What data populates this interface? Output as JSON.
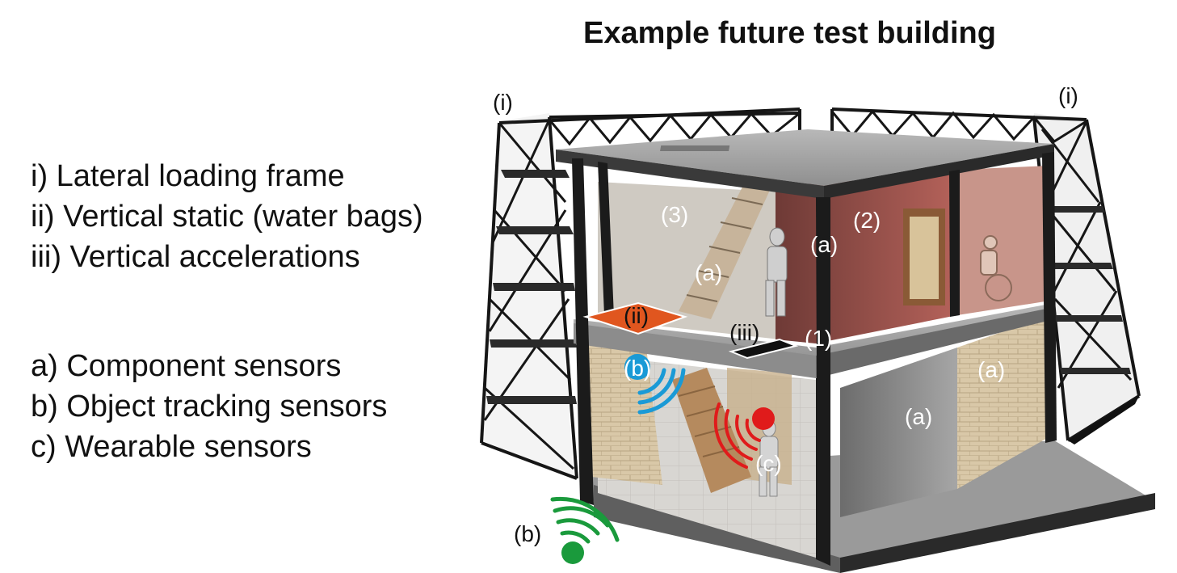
{
  "title": "Example future test building",
  "legend_loads": [
    "i) Lateral loading frame",
    "ii) Vertical static (water bags)",
    "iii) Vertical accelerations"
  ],
  "legend_sensors": [
    "a) Component sensors",
    "b) Object tracking sensors",
    "c) Wearable sensors"
  ],
  "labels": {
    "frame_left": "(i)",
    "frame_right": "(i)",
    "room_3": "(3)",
    "room_2": "(2)",
    "room_1": "(1)",
    "comp_stair": "(a)",
    "comp_column": "(a)",
    "comp_wall_right": "(a)",
    "comp_wall_ground": "(a)",
    "water_bags": "(ii)",
    "accel_plate": "(iii)",
    "tracking_blue": "(b)",
    "tracking_green": "(b)",
    "wearable": "(c)"
  },
  "colors": {
    "water_bag": "#e0561f",
    "tracking_blue": "#1a9ad6",
    "tracking_green": "#1a9a3c",
    "wearable_red": "#e01b1b",
    "wall_red": "#a0504a"
  }
}
